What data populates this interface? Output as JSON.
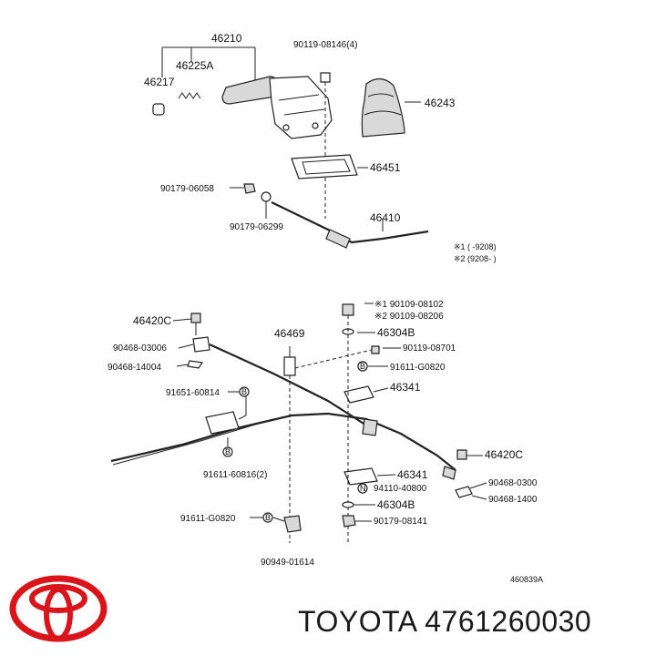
{
  "labels": {
    "l46210": "46210",
    "l46225A": "46225A",
    "l46217": "46217",
    "l90119_08146": "90119-08146(4)",
    "l46243": "46243",
    "l46451": "46451",
    "l90179_06058": "90179-06058",
    "l90179_06299": "90179-06299",
    "l46410": "46410",
    "note1": "※1 (      -9208)",
    "note2": "※2 (9208-      )",
    "l46420C_a": "46420C",
    "l90109_08102": "※1  90109-08102",
    "l90109_08206": "※2  90109-08206",
    "l46304B_a": "46304B",
    "l46469": "46469",
    "l90468_03006": "90468-03006",
    "l90468_14004": "90468-14004",
    "l90119_08701": "90119-08701",
    "l91611_G0820_a": "91611-G0820",
    "l91651_60814": "91651-60814",
    "l46341_a": "46341",
    "l46420C_b": "46420C",
    "l91611_60816": "91611-60816(2)",
    "l46341_b": "46341",
    "l90468_0300": "90468-0300",
    "l94110_40800": "94110-40800",
    "l90468_1400": "90468-1400",
    "l46304B_b": "46304B",
    "l91611_G0820_b": "91611-G0820",
    "l90179_08141": "90179-08141",
    "l90949_01614": "90949-01614",
    "l460839A": "460839A"
  },
  "brand": {
    "name": "TOYOTA",
    "part_number": "4761260030",
    "logo": "toyota-logo"
  },
  "colors": {
    "logo_red": "#d9141a",
    "ink": "#222222"
  }
}
